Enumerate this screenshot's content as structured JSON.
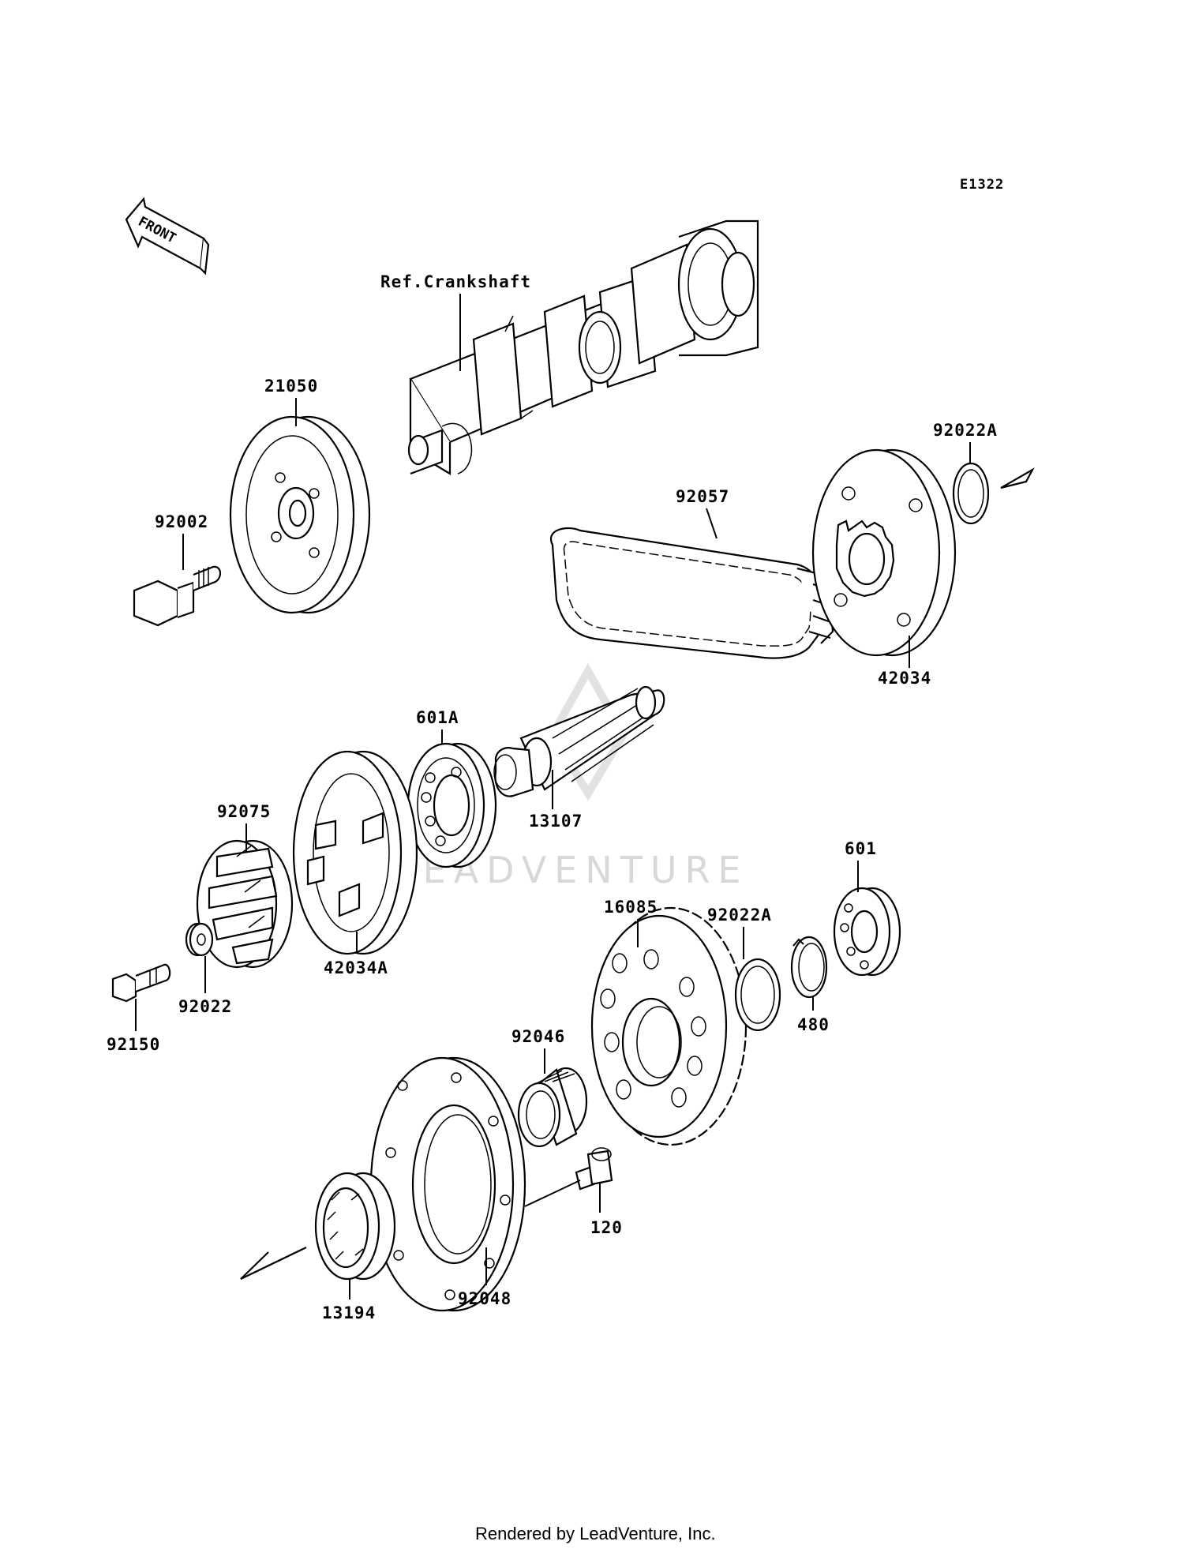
{
  "diagram_code": "E1322",
  "front_indicator": "FRONT",
  "reference_label": "Ref.Crankshaft",
  "parts": {
    "p21050": "21050",
    "p92002": "92002",
    "p92022A_top": "92022A",
    "p92057": "92057",
    "p42034": "42034",
    "p601A": "601A",
    "p13107": "13107",
    "p92075": "92075",
    "p42034A": "42034A",
    "p92022": "92022",
    "p92150": "92150",
    "p16085": "16085",
    "p92022A_bottom": "92022A",
    "p601": "601",
    "p480": "480",
    "p92046": "92046",
    "p120": "120",
    "p92048": "92048",
    "p13194": "13194"
  },
  "watermark": "LEADVENTURE",
  "footer": "Rendered by LeadVenture, Inc."
}
